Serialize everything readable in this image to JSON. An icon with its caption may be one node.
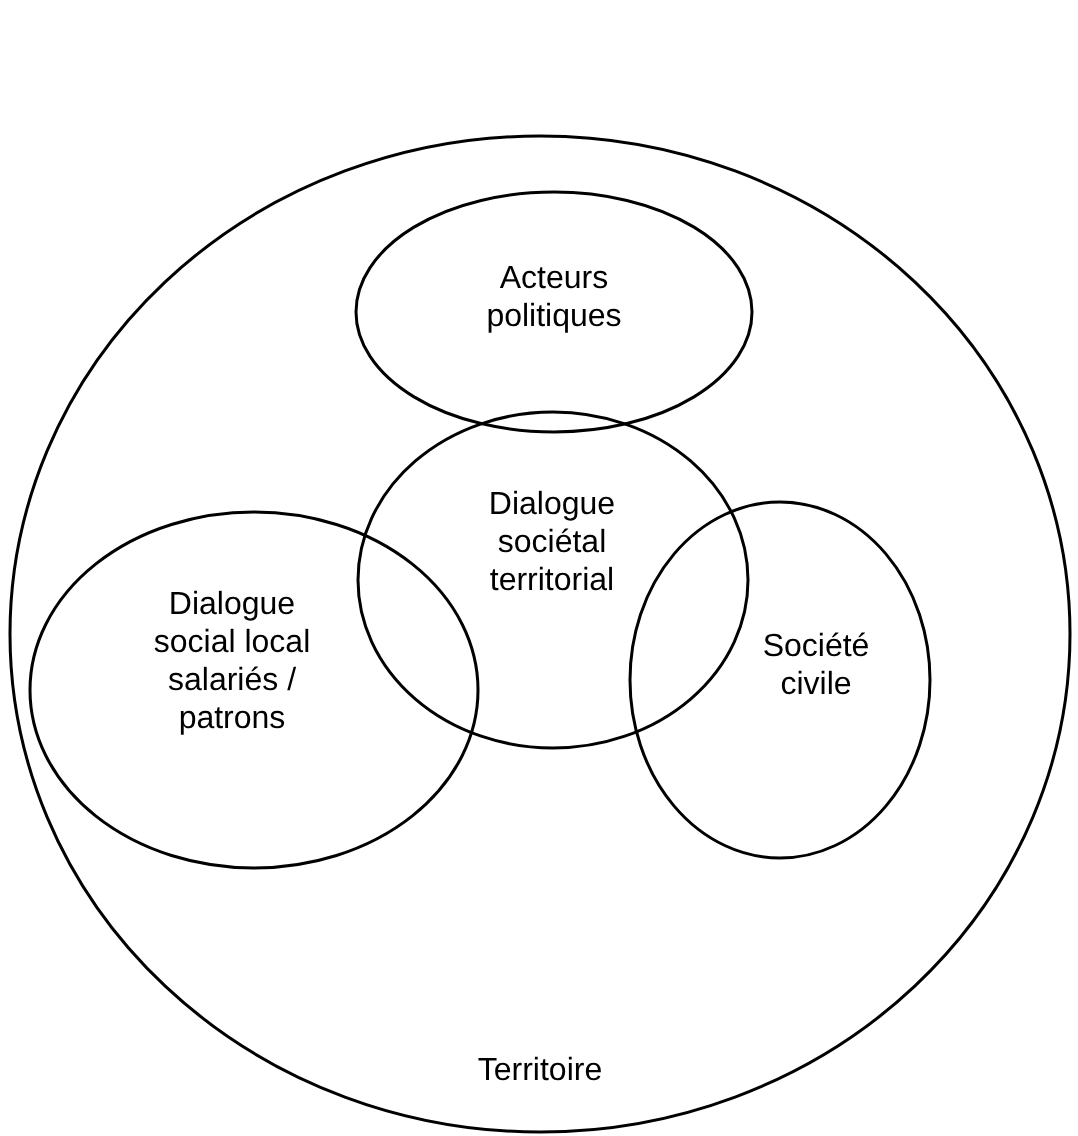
{
  "diagram": {
    "nodes": [
      {
        "text": [
          "Territoire"
        ]
      },
      {
        "text": [
          "Acteurs politiques"
        ],
        "in": 0
      },
      {
        "text": [
          "Dialogue sociétal territorial"
        ],
        "in": 0
      },
      {
        "text": [
          "Dialogue social local salariés / patrons"
        ],
        "in": 0
      },
      {
        "text": [
          "Société civile"
        ],
        "in": 0
      }
    ],
    "edges": []
  }
}
